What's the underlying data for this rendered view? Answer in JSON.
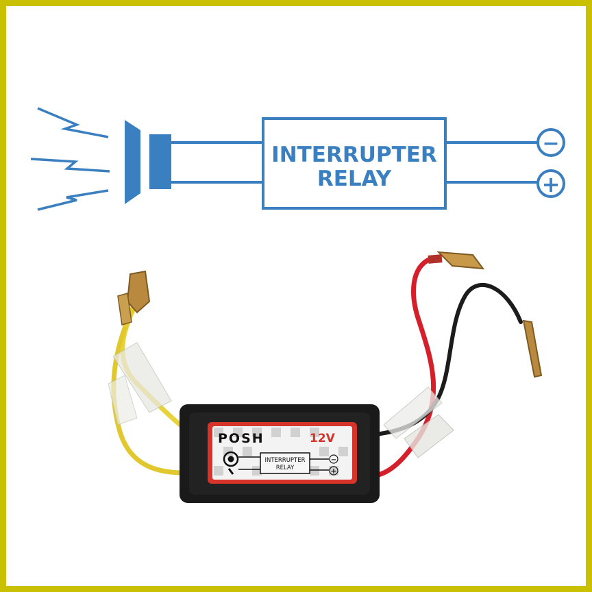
{
  "colors": {
    "frame": "#c8c000",
    "diagram": "#3a7fc0",
    "relay_body": "#1a1a1a",
    "label_red": "#d6332b"
  },
  "diagram": {
    "relay_line1": "INTERRUPTER",
    "relay_line2": "RELAY",
    "minus_symbol": "−",
    "plus_symbol": "+",
    "icons": [
      "horn-icon",
      "sound-wave-icon"
    ]
  },
  "product": {
    "brand": "POSH",
    "voltage": "12V",
    "label_line1": "INTERRUPTER",
    "label_line2": "RELAY",
    "minus_symbol": "−",
    "plus_symbol": "+",
    "wires": [
      "yellow",
      "yellow",
      "red",
      "black"
    ]
  }
}
